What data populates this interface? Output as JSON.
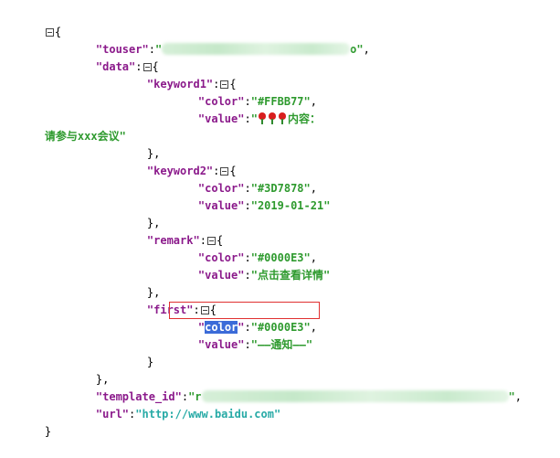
{
  "json_view": {
    "keys": {
      "touser": "\"touser\"",
      "data": "\"data\"",
      "keyword1": "\"keyword1\"",
      "keyword2": "\"keyword2\"",
      "remark": "\"remark\"",
      "first": "\"first\"",
      "color": "\"color\"",
      "value": "\"value\"",
      "template_id": "\"template_id\"",
      "url": "\"url\""
    },
    "values": {
      "touser_prefix": "\"",
      "touser_suffix": "o\"",
      "keyword1_color": "\"#FFBB77\"",
      "keyword1_value_start": "\"",
      "keyword1_value_text": "内容：",
      "keyword1_value_wrap": "请参与xxx会议\"",
      "keyword2_color": "\"#3D7878\"",
      "keyword2_value": "\"2019-01-21\"",
      "remark_color": "\"#0000E3\"",
      "remark_value": "\"点击查看详情\"",
      "first_color_key_open": "\"",
      "first_color_key_word": "color",
      "first_color_key_close": "\"",
      "first_color": "\"#0000E3\"",
      "first_value": "\"——通知——\"",
      "template_id_prefix": "\"r",
      "template_id_suffix": "\"",
      "url": "\"http://www.baidu.com\""
    },
    "punct": {
      "open_brace": "{",
      "close_brace": "}",
      "close_brace_comma": "},",
      "colon": ":",
      "comma": ",",
      "colon_open": ":"
    },
    "icons": {
      "fold": "collapse-toggle-icon",
      "flower": "rose-emoji-icon"
    },
    "colors": {
      "key": "#8b1a8b",
      "string": "#2e9a2e",
      "url": "#27aaa6",
      "highlight": "#3b6bd8",
      "annotation_box": "#e03030"
    }
  }
}
